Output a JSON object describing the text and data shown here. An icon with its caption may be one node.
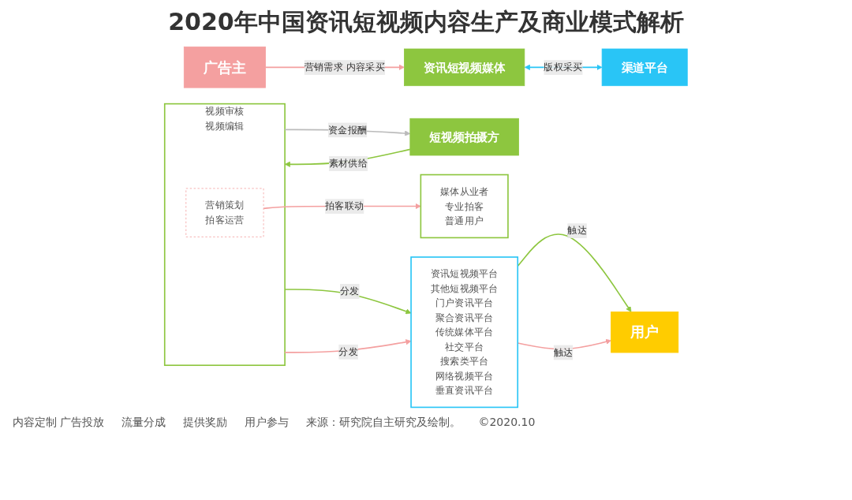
{
  "diagram": {
    "title": "2020年中国资讯短视频内容生产及商业模式解析",
    "nodes": [
      {
        "text": [
          "广告主"
        ]
      },
      {
        "text": [
          "资讯短视频媒体"
        ]
      },
      {
        "text": [
          "视频审核",
          "视频编辑"
        ]
      },
      {
        "text": [
          "营销策划",
          "拍客运营"
        ],
        "in": 2
      },
      {
        "text": [
          "短视频拍摄方"
        ]
      },
      {
        "text": [
          "媒体从业者",
          "专业拍客",
          "普通用户"
        ]
      },
      {
        "text": [
          "渠道平台"
        ]
      },
      {
        "text": [
          "资讯短视频平台",
          "其他短视频平台",
          "门户资讯平台",
          "聚合资讯平台",
          "传统媒体平台",
          "社交平台",
          "搜索类平台",
          "网络视频平台",
          "垂直资讯平台"
        ]
      },
      {
        "text": [
          "用户"
        ]
      }
    ],
    "edges": [
      {
        "from": 0,
        "to": 1,
        "arrow": "to",
        "label": "营销需求 内容采买"
      },
      {
        "from": 3,
        "to": 5,
        "arrow": "to",
        "label": "拍客联动"
      },
      {
        "from": 1,
        "to": 6,
        "arrow": "both",
        "label": "版权采买",
        "color": "#29c5f6"
      },
      {
        "from": 2,
        "to": 7,
        "arrow": "to",
        "label": "分发",
        "color": "#8dc63f"
      },
      {
        "from": 2,
        "to": 7,
        "arrow": "to",
        "label": "分发"
      },
      {
        "from": 4,
        "to": 2,
        "arrow": "to",
        "label": "素材供给",
        "color": "#8dc63f"
      },
      {
        "from": 2,
        "to": 4,
        "arrow": "to",
        "label": "资金报酬",
        "color": "#bbbbbb"
      },
      {
        "from": 7,
        "to": 8,
        "arrow": "to",
        "label": "触达",
        "color": "#8dc63f"
      },
      {
        "from": 7,
        "to": 8,
        "arrow": "to",
        "label": "触达"
      }
    ],
    "labels": [
      "内容定制 广告投放",
      "流量分成",
      "提供奖励",
      "用户参与",
      "来源：研究院自主研究及绘制。",
      "©2020.10"
    ]
  }
}
